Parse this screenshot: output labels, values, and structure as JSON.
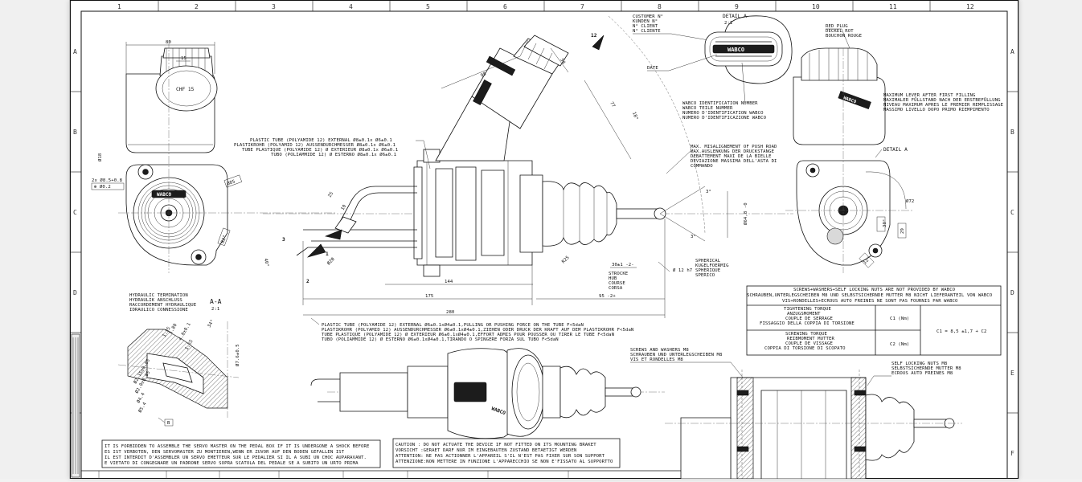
{
  "zones": {
    "columns": [
      "1",
      "2",
      "3",
      "4",
      "5",
      "6",
      "7",
      "8",
      "9",
      "10",
      "11",
      "12"
    ],
    "rows": [
      "A",
      "B",
      "C",
      "D",
      "E",
      "F"
    ]
  },
  "labels": {
    "customer": [
      "CUSTOMER N°",
      "KUNDEN N°",
      "N° CLIENT",
      "N° CLIENTE"
    ],
    "detail_a_title": "DETAIL A",
    "detail_a_scale": "2:1",
    "date": "DATE",
    "wabco_id": [
      "WABCO IDENTIFICATION NUMBER",
      "WABCO TEILE NUMMER",
      "NUMERO D'IDENTIFICATION WABCO",
      "NUMERO D'IDENTIFICAZIONE WABCO"
    ],
    "red_plug": [
      "RED PLUG",
      "DECKEL ROT",
      "BOUCHON ROUGE"
    ],
    "max_level": [
      "MAXIMUM LEVER AFTER FIRST FILLING",
      "MAXIMALER FÜLLSTAND NACH DER ERSTBEFÜLLUNG",
      "NIVEAU MAXIMUM APRES LE PREMIER REMPLISSAGE",
      "MASSIMO LIVELLO DOPO PRIMO RIEMPIMENTO"
    ],
    "detail_a_callout": "DETAIL A",
    "tube_top": [
      "PLASTIC TUBE (POLYAMIDE 12) EXTERNAL Ø8±0.1x Ø6±0.1",
      "PLASTIKROHR (POLYAMID 12) AUSSENDURCHMESSER Ø8±0.1x Ø6±0.1",
      "TUBE PLASTIQUE (POLYAMIDE 12) Ø EXTERIEUR Ø8±0.1x Ø6±0.1",
      "TUBO (POLIAMMIDE 12) Ø ESTERNO Ø8±0.1x Ø6±0.1"
    ],
    "misalign": [
      "MAX. MISALIGNEMENT OF PUSH ROAD",
      "MAX.AUSLENKUNG DER DRUCKSTANGE",
      "DEBATTEMENT MAXI DE LA BIELLE",
      "DEVIAZIONE MASSIMA DELL'ASTA DI",
      "COMMANDO"
    ],
    "hydraulic": [
      "HYDRAULIC TERMINATION",
      "HYDRAULIK ANSCHLUSS",
      "RACCORDEMENT HYDRAULIQUE",
      "IDRAULICO CONNESSIONE"
    ],
    "section_aa": "A-A",
    "section_scale": "2:1",
    "stroke": [
      "STROCKE",
      "HUB",
      "COURSE",
      "CORSA"
    ],
    "spherical": [
      "SPHERICAL",
      "KUGELFOERMIG",
      "SPHERIQUE",
      "SPERICO"
    ],
    "tube_bottom": [
      "PLASTIC TUBE (POLYAMIDE 12) EXTERNAL Ø6±0.1xØ4±0.1,PULLING OR PUSHING FORCE ON THE TUBE F<5daN",
      "PLASTIKROHR (POLYAMID 12) AUSSENDURCHMESSER Ø6±0.1xØ4±0.1,ZIEHEN ODER DRUCK DER KRAFT AUF DEM PLASTIKROHR F<5daN",
      "TUBE PLASTIQUE (POLYAMIDE 12) Ø EXTERIEUR Ø6±0.1xØ4±0.1,EFFORT ADMIS POUR POUSSER OU TIRER LE TUBE F<5daN",
      "TUBO (POLIAMMIDE 12) Ø ESTERNO Ø6±0.1xØ4±0.1,TIRANDO O SPINGERE FORZA SUL TUBO F<5daN"
    ],
    "screws": [
      "SCREWS AND WASHERS M8",
      "SCHRAUBEN UND UNTERLEGSCHEIBEN M8",
      "VIS ET RONDELLES M8"
    ],
    "self_locking": [
      "SELF LOCKING NUTS M8",
      "SELBSTSICHERNDE MUTTER M8",
      "ECROUS AUTO FREINES M8"
    ],
    "forbidden": [
      "IT IS FORBIDDEN TO ASSEMBLE THE SERVO MASTER ON THE PEDAL BOX IF IT IS UNDERGONE A SHOCK BEFORE",
      "ES IST VERBOTEN, DEN SERVOMASTER ZU MONTIEREN,WENN ER ZUVOR AUF DEN BODEN GEFALLEN IST",
      "IL EST INTERDIT D'ASSEMBLER UN SERVO EMETTEUR SUR LE PEDALIER SI IL A SUBI UN CHOC AUPARAVANT.",
      "E VIETATO DI CONGEGNARE UN PADRONE SERVO SOPRA SCATOLA DEL PEDALE SE A SUBITO UN URTO PRIMA"
    ],
    "caution": [
      "CAUTION : DO NOT ACTUATE THE DEVICE IF NOT FITTED ON ITS MOUNTING BRAKET",
      "VORSICHT :GERAET DARF NUR IM EINGEBAUTEN ZUSTAND BETAETIGT WERDEN",
      "ATTENTION: NE PAS ACTIONNER L'APPAREIL S'IL N'EST PAS FIXER SUR SON SUPPORT",
      "ATTENZIONE:NON METTERE IN FUNZIONE L'APPARECCHIO SE NON E'FISSATO AL SUPPORTTO"
    ],
    "logo": "WABCO",
    "cap_text": "CHF 15"
  },
  "torque_table": {
    "header": [
      "SCREWS+WASHERS+SELF LOCKING NUTS ARE NOT PROVIDED BY WABCO",
      "SCHRAUBEN,UNTERLEGSCHEIBEN M8 UND SELBSTSICHERNDE MUTTER M8 NICHT LIEFERANTEIL VON WABCO",
      "VIS+RONDELLES+ECROUS AUTO FREINES NE SONT PAS FOURNIS PAR WABCO"
    ],
    "rows": [
      {
        "desc": [
          "TIGHTENING TORQUE",
          "ANZUGSMOMENT",
          "COUPLE DE SERRAGE",
          "FISSAGGIO DELLA COPPIA DI TORSIONE"
        ],
        "unit": "C1 (Nm)"
      },
      {
        "desc": [
          "SCREWING TORQUE",
          "REIBMOMENT MUTTER",
          "COUPLE DE VISSAGE",
          "COPPIA DI TORSIONE DI SCOPATO"
        ],
        "unit": "C2 (Nm)"
      }
    ],
    "formula": "C1 = 8,5 ±1,7 + C2"
  },
  "dims": {
    "d80": "80",
    "d15": "15",
    "d18": "Ø18",
    "d2x": "2x Ø8.5+0.8",
    "tol": "⊕ Ø0.2",
    "d85": "Ø85",
    "d27": "82°",
    "d98": "98",
    "d54": "54",
    "d77": "77",
    "d18deg": "18°",
    "d25": "25",
    "d10": "10",
    "d40": "40°",
    "d175": "175",
    "d144": "144",
    "d280": "280",
    "d95": "95 -2+",
    "d30": "30±1 -2-",
    "d12": "Ø 12 h7",
    "d65": "Ø64,8 -0",
    "d3a": "3°",
    "d3b": "3°",
    "d72": "Ø72",
    "d30r": "30°",
    "d29": "29",
    "d12deg": "12°",
    "d45": "45°",
    "r25": "R25",
    "d20": "Ø20",
    "view12": "12",
    "view1": "1",
    "view2": "2",
    "view3": "3",
    "aa_d": [
      "1.35",
      "1.80",
      "4.8±0.1",
      "1.55",
      "Ø2.15±0.05",
      "Ø2.0±0.05",
      "Ø4.4",
      "Ø5.4",
      "34°",
      "Ø7.6±0.5"
    ],
    "aa_b": "B",
    "bottom_nr": "WABCO"
  }
}
